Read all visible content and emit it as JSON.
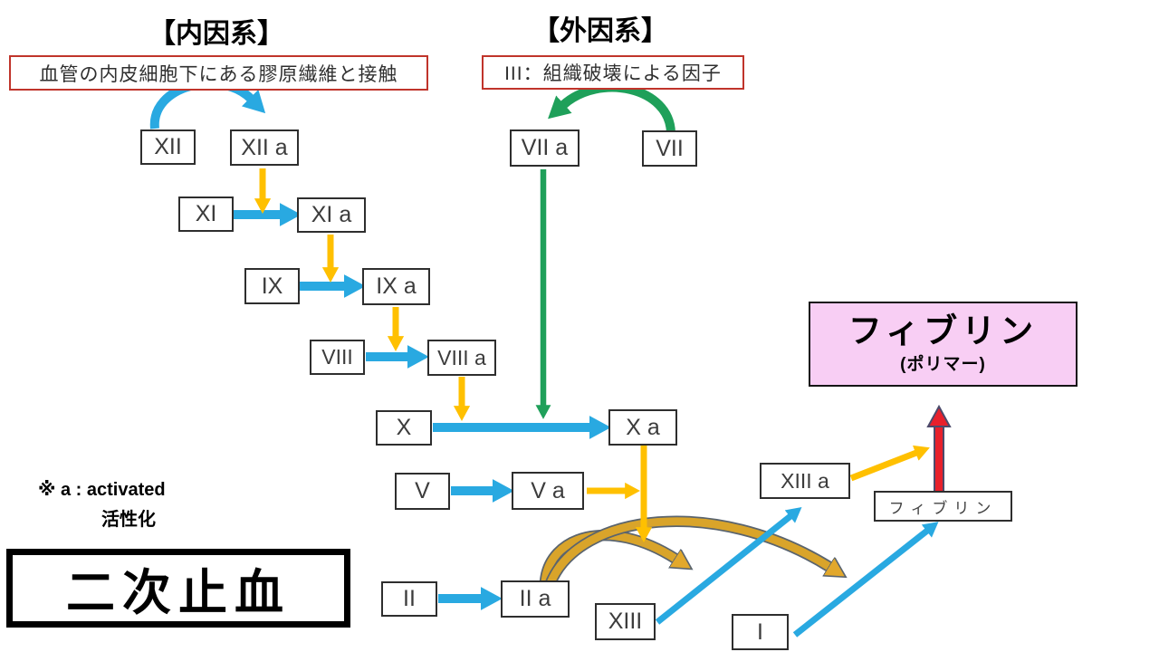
{
  "titles": {
    "intrinsic": "【内因系】",
    "extrinsic": "【外因系】"
  },
  "triggers": {
    "intrinsic": "血管の内皮細胞下にある膠原繊維と接触",
    "extrinsic": "III：組織破壊による因子"
  },
  "factors": {
    "xii": "XII",
    "xii_a": "XII a",
    "xi": "XI",
    "xi_a": "XI a",
    "ix": "IX",
    "ix_a": "IX a",
    "viii": "VIII",
    "viii_a": "VIII a",
    "x": "X",
    "x_a": "X a",
    "v": "V",
    "v_a": "V a",
    "ii": "II",
    "ii_a": "II a",
    "xiii": "XIII",
    "xiii_a": "XIII a",
    "i": "I",
    "vii": "VII",
    "vii_a": "VII a"
  },
  "fibrin_box": "フィブリン",
  "fibrin_polymer": {
    "line1": "フィブリン",
    "line2": "(ポリマー)"
  },
  "note": {
    "line1": "※ a : activated",
    "line2": "活性化"
  },
  "hemostasis": "二次止血",
  "colors": {
    "activation_blue": "#29A9E1",
    "cofactor_yellow": "#FFC000",
    "extrinsic_green": "#1FA05A",
    "thrombin_gold": "#D9A42A",
    "gold_outline": "#5A646E",
    "fibrin_red": "#E8202B",
    "red_outline": "#4C4A6B",
    "note_box_border": "#C0342B",
    "polymer_pink": "#F8CEF4",
    "factor_box_border": "#2E2E2E"
  },
  "relations": [
    {
      "from": "血管の内皮細胞下にある膠原繊維と接触",
      "to": "XII → XII a",
      "style": "curved-arrow",
      "color": "blue"
    },
    {
      "from": "XII a",
      "to": "XI → XI a",
      "style": "arrow",
      "color": "yellow"
    },
    {
      "from": "XI",
      "to": "XI a",
      "style": "arrow",
      "color": "blue"
    },
    {
      "from": "XI a",
      "to": "IX → IX a",
      "style": "arrow",
      "color": "yellow"
    },
    {
      "from": "IX",
      "to": "IX a",
      "style": "arrow",
      "color": "blue"
    },
    {
      "from": "IX a",
      "to": "VIII → VIII a",
      "style": "arrow",
      "color": "yellow"
    },
    {
      "from": "VIII",
      "to": "VIII a",
      "style": "arrow",
      "color": "blue"
    },
    {
      "from": "VIII a",
      "to": "X → X a",
      "style": "arrow",
      "color": "yellow"
    },
    {
      "from": "III：組織破壊による因子",
      "to": "VII → VII a",
      "style": "curved-arrow",
      "color": "green"
    },
    {
      "from": "VII a",
      "to": "X → X a",
      "style": "arrow",
      "color": "green"
    },
    {
      "from": "X",
      "to": "X a",
      "style": "arrow",
      "color": "blue"
    },
    {
      "from": "V",
      "to": "V a",
      "style": "arrow",
      "color": "blue"
    },
    {
      "from": "V a",
      "to": "X a line",
      "style": "arrow",
      "color": "yellow"
    },
    {
      "from": "X a + V a",
      "to": "II → II a",
      "style": "arrow",
      "color": "yellow"
    },
    {
      "from": "II",
      "to": "II a",
      "style": "arrow",
      "color": "blue"
    },
    {
      "from": "II a",
      "to": "XIII → XIII a",
      "style": "curved-arrow",
      "color": "gold"
    },
    {
      "from": "II a",
      "to": "I → フィブリン",
      "style": "curved-arrow",
      "color": "gold"
    },
    {
      "from": "XIII",
      "to": "XIII a",
      "style": "arrow",
      "color": "cyan"
    },
    {
      "from": "I",
      "to": "フィブリン",
      "style": "arrow",
      "color": "cyan"
    },
    {
      "from": "XIII a",
      "to": "フィブリン → ポリマー",
      "style": "arrow",
      "color": "yellow"
    },
    {
      "from": "フィブリン",
      "to": "フィブリン(ポリマー)",
      "style": "arrow",
      "color": "red"
    }
  ]
}
